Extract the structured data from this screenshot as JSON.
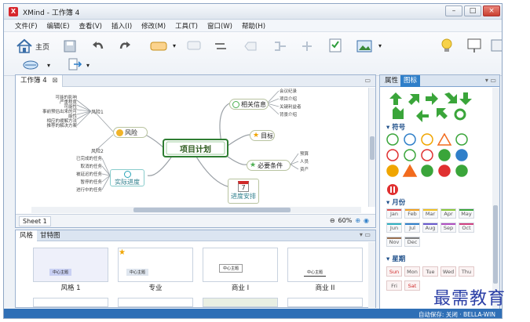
{
  "window": {
    "title": "XMind - 工作簿 4",
    "logo": "X"
  },
  "menu": [
    "文件(F)",
    "编辑(E)",
    "查看(V)",
    "插入(I)",
    "修改(M)",
    "工具(T)",
    "窗口(W)",
    "帮助(H)"
  ],
  "toolbar": {
    "home_label": "主页"
  },
  "editor": {
    "tab_label": "工作簿 4",
    "sheet_tab": "Sheet 1",
    "zoom": "60%",
    "central_topic": "项目计划",
    "topics": {
      "risk": "风险",
      "related": "相关信息",
      "goal": "目标",
      "conditions": "必要条件",
      "progress": "实际进度",
      "schedule": "进度安排",
      "date_badge": "7"
    },
    "risk_subs": {
      "risk1": "风险1",
      "risk2": "风险2"
    },
    "risk1_items": [
      "可能的影响",
      "严重程度",
      "可能性",
      "事前预估出来的可能性",
      "相应的缓解方法",
      "推荐的解决方案"
    ],
    "progress_items": [
      "已完成的任务",
      "取消的任务",
      "被延迟的任务",
      "暂停的任务",
      "进行中的任务"
    ],
    "related_items": [
      "会议纪录",
      "项目介绍",
      "关键利益者",
      "背景介绍"
    ],
    "condition_items": [
      "预算",
      "人员",
      "资产"
    ]
  },
  "style_panel": {
    "tabs": [
      "风格",
      "甘特图"
    ],
    "thumbs": [
      "风格 1",
      "专业",
      "商业 I",
      "商业 II"
    ],
    "thumb_center": "中心主题"
  },
  "right_panel": {
    "tabs": [
      "属性",
      "图标"
    ],
    "sections": {
      "symbols": "符号",
      "months": "月份",
      "weeks": "星期"
    },
    "months": [
      "Jan",
      "Feb",
      "Mar",
      "Apr",
      "May",
      "Jun",
      "Jul",
      "Aug",
      "Sep",
      "Oct",
      "Nov",
      "Dec"
    ],
    "weeks": [
      "Sun",
      "Mon",
      "Tue",
      "Wed",
      "Thu",
      "Fri",
      "Sat"
    ]
  },
  "status": {
    "text": "自动保存: 关闭 · BELLA-WIN"
  },
  "watermark": "最需教育"
}
